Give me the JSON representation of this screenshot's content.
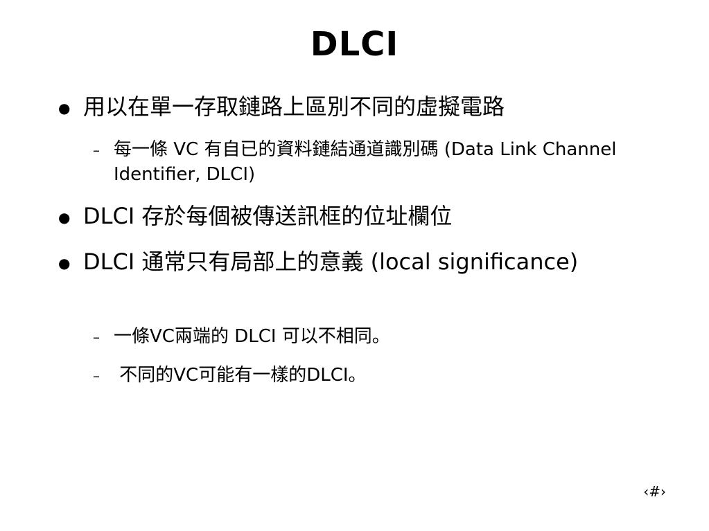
{
  "slide": {
    "title": "DLCI",
    "bullets": [
      {
        "marker": "●",
        "text": "用以在單一存取鏈路上區別不同的虛擬電路",
        "children": [
          {
            "marker": "–",
            "text": "每一條 VC 有自已的資料鏈結通道識別碼 (Data Link Channel Identifier, DLCI)"
          }
        ]
      },
      {
        "marker": "●",
        "text": "DLCI 存於每個被傳送訊框的位址欄位",
        "children": []
      },
      {
        "marker": "●",
        "text": "DLCI 通常只有局部上的意義 (local significance)",
        "children": [
          {
            "marker": "–",
            "text": "一條VC兩端的 DLCI 可以不相同。"
          },
          {
            "marker": "–",
            "text": " 不同的VC可能有一樣的DLCI。"
          }
        ]
      }
    ],
    "page_number": "‹#›"
  }
}
